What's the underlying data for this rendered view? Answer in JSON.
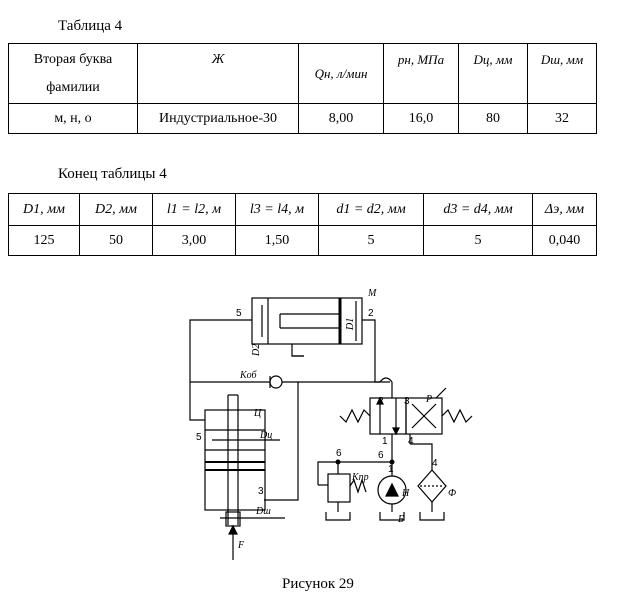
{
  "table1": {
    "caption": "Таблица 4",
    "headers": [
      "Вторая буква фамилии",
      "Ж",
      "Qн, л/мин",
      "pн, МПа",
      "Dц, мм",
      "Dш, мм"
    ],
    "row": [
      "м, н, о",
      "Индустриальное-30",
      "8,00",
      "16,0",
      "80",
      "32"
    ]
  },
  "table2": {
    "caption": "Конец таблицы 4",
    "headers": [
      "D1, мм",
      "D2, мм",
      "l1 = l2, м",
      "l3 = l4, м",
      "d1 = d2, мм",
      "d3 = d4, мм",
      "Δэ, мм"
    ],
    "row": [
      "125",
      "50",
      "3,00",
      "1,50",
      "5",
      "5",
      "0,040"
    ]
  },
  "figure": {
    "caption": "Рисунок 29",
    "labels": {
      "M": "М",
      "Ts": "Ц",
      "P": "Р",
      "H": "Н",
      "F_filter": "Ф",
      "B": "Б",
      "F_force": "F",
      "Kob": "Kоб",
      "Kpr": "Kпр",
      "D1": "D1",
      "D2": "D2",
      "Dts": "Dц",
      "Dsh": "Dш",
      "n5a": "5",
      "n2a": "2",
      "n5b": "5",
      "n3": "3",
      "p2": "2",
      "p3": "3",
      "p1": "1",
      "p4": "4",
      "n6a": "6",
      "n6b": "6",
      "n1": "1",
      "n4": "4"
    }
  }
}
